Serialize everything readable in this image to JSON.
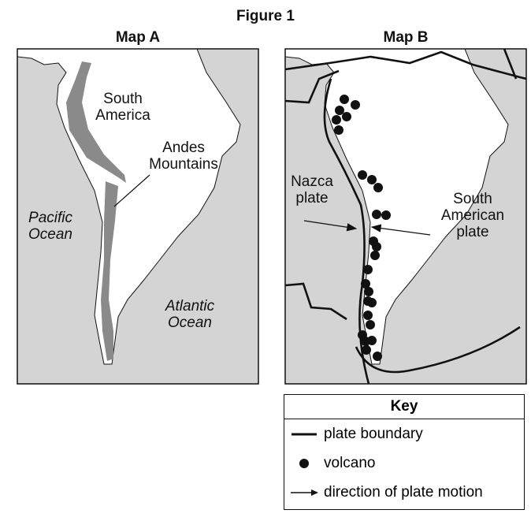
{
  "figure_title": "Figure 1",
  "map_a": {
    "title": "Map A",
    "labels": {
      "continent": "South America",
      "mountains": "Andes Mountains",
      "pacific": "Pacific Ocean",
      "atlantic": "Atlantic Ocean"
    }
  },
  "map_b": {
    "title": "Map B",
    "labels": {
      "nazca": "Nazca plate",
      "south_american": "South American plate"
    }
  },
  "key": {
    "title": "Key",
    "items": [
      {
        "symbol": "line",
        "label": "plate boundary"
      },
      {
        "symbol": "dot",
        "label": "volcano"
      },
      {
        "symbol": "arrow",
        "label": "direction of plate motion"
      }
    ]
  },
  "colors": {
    "ocean": "#d4d4d4",
    "land": "#ffffff",
    "mountains": "#8a8a8a",
    "ink": "#111111"
  }
}
